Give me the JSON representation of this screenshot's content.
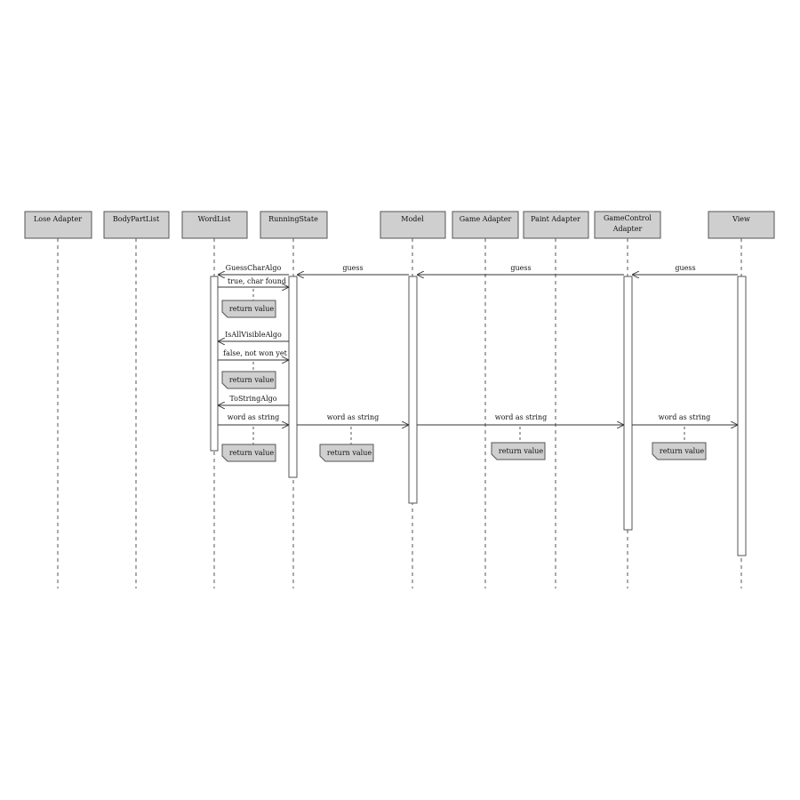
{
  "participants": [
    {
      "id": "lose_adapter",
      "label": [
        "Lose Adapter"
      ]
    },
    {
      "id": "bodypartlist",
      "label": [
        "BodyPartList"
      ]
    },
    {
      "id": "wordlist",
      "label": [
        "WordList"
      ]
    },
    {
      "id": "runningstate",
      "label": [
        "RunningState"
      ]
    },
    {
      "id": "model",
      "label": [
        "Model"
      ]
    },
    {
      "id": "game_adapter",
      "label": [
        "Game Adapter"
      ]
    },
    {
      "id": "paint_adapter",
      "label": [
        "Paint Adapter"
      ]
    },
    {
      "id": "gamecontrol_adapter",
      "label": [
        "GameControl",
        "Adapter"
      ]
    },
    {
      "id": "view",
      "label": [
        "View"
      ]
    }
  ],
  "messages": [
    {
      "label": "guess",
      "from": "view",
      "to": "gamecontrol_adapter"
    },
    {
      "label": "guess",
      "from": "gamecontrol_adapter",
      "to": "model"
    },
    {
      "label": "guess",
      "from": "model",
      "to": "runningstate"
    },
    {
      "label": "GuessCharAlgo",
      "from": "runningstate",
      "to": "wordlist"
    },
    {
      "label": "true, char found",
      "from": "wordlist",
      "to": "runningstate"
    },
    {
      "label": "IsAllVisibleAlgo",
      "from": "runningstate",
      "to": "wordlist"
    },
    {
      "label": "false, not won yet",
      "from": "wordlist",
      "to": "runningstate"
    },
    {
      "label": "ToStringAlgo",
      "from": "runningstate",
      "to": "wordlist"
    },
    {
      "label": "word as string",
      "from": "wordlist",
      "to": "runningstate"
    },
    {
      "label": "word as string",
      "from": "runningstate",
      "to": "model"
    },
    {
      "label": "word as string",
      "from": "model",
      "to": "gamecontrol_adapter"
    },
    {
      "label": "word as string",
      "from": "gamecontrol_adapter",
      "to": "view"
    }
  ],
  "notes": [
    {
      "label": "return value",
      "near": "true, char found"
    },
    {
      "label": "return value",
      "near": "false, not won yet"
    },
    {
      "label": "return value",
      "near": "word as string (wordlist)"
    },
    {
      "label": "return value",
      "near": "word as string (runningstate)"
    },
    {
      "label": "return value",
      "near": "word as string (model)"
    },
    {
      "label": "return value",
      "near": "word as string (gamecontrol)"
    }
  ],
  "colors": {
    "header_fill": "#cfcfcf",
    "note_fill": "#cfcfcf",
    "line": "#444444"
  }
}
